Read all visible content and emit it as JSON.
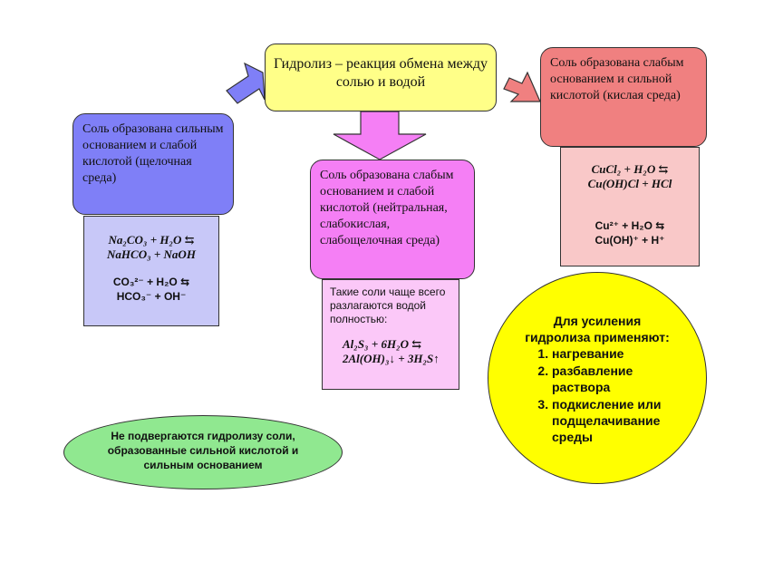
{
  "title": "Гидролиз – реакция обмена между солью и водой",
  "left": {
    "heading": "Соль образована сильным основанием и слабой кислотой (щелочная среда)",
    "eq1a": "Na₂CO₃ + H₂O ⇆",
    "eq1b": "NaHCO₃ + NaOH",
    "eq2a": "CO₃²⁻ + H₂O ⇆",
    "eq2b": "HCO₃⁻ + OH⁻"
  },
  "middle": {
    "heading": "Соль образована слабым основанием и слабой кислотой (нейтральная, слабокислая, слабощелочная среда)",
    "note": "Такие соли чаще всего разлагаются водой полностью:",
    "eq1a": "Al₂S₃ + 6H₂O ⇆",
    "eq1b": "2Al(OH)₃↓ + 3H₂S↑"
  },
  "right": {
    "heading": "Соль образована слабым основанием и сильной кислотой (кислая среда)",
    "eq1a": "CuCl₂ + H₂O ⇆",
    "eq1b": "Cu(OH)Cl + HCl",
    "eq2a": "Cu²⁺ + H₂O ⇆",
    "eq2b": "Cu(OH)⁺ + H⁺"
  },
  "no_hydrolysis": "Не подвергаются гидролизу соли, образованные сильной кислотой и сильным основанием",
  "enhance": {
    "title": "Для усиления гидролиза применяют:",
    "items": [
      "нагревание",
      "разбавление раствора",
      "подкисление или подщелачивание среды"
    ]
  },
  "colors": {
    "title_bg": "#ffff88",
    "left_head": "#7f7ff7",
    "left_body": "#c8c8f8",
    "mid_head": "#f57ff5",
    "mid_body": "#fbc8f8",
    "right_head": "#f08080",
    "right_body": "#f9c8c8",
    "green": "#90e890",
    "yellow": "#ffff00"
  }
}
